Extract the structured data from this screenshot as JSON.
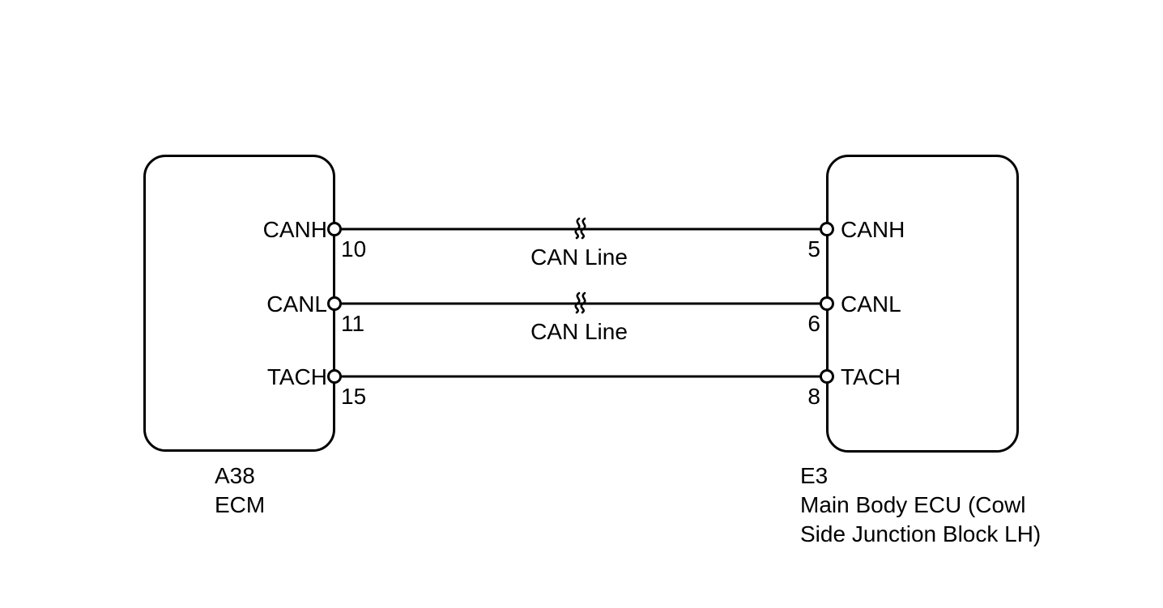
{
  "diagram": {
    "title_hint": "CAN wiring diagram between ECM and Main Body ECU",
    "colors": {
      "background": "#ffffff",
      "line": "#000000",
      "text": "#000000",
      "pin_fill": "#ffffff"
    },
    "connectors": {
      "left": {
        "id": "A38",
        "name": "ECM",
        "pins": [
          {
            "label": "CANH",
            "number": "10"
          },
          {
            "label": "CANL",
            "number": "11"
          },
          {
            "label": "TACH",
            "number": "15"
          }
        ]
      },
      "right": {
        "id": "E3",
        "name": "Main Body ECU (Cowl Side Junction Block LH)",
        "pins": [
          {
            "label": "CANH",
            "number": "5"
          },
          {
            "label": "CANL",
            "number": "6"
          },
          {
            "label": "TACH",
            "number": "8"
          }
        ]
      }
    },
    "wires": [
      {
        "from_pin": "10",
        "to_pin": "5",
        "label": "CAN Line",
        "break_symbol": true
      },
      {
        "from_pin": "11",
        "to_pin": "6",
        "label": "CAN Line",
        "break_symbol": true
      },
      {
        "from_pin": "15",
        "to_pin": "8",
        "label": "",
        "break_symbol": false
      }
    ]
  }
}
